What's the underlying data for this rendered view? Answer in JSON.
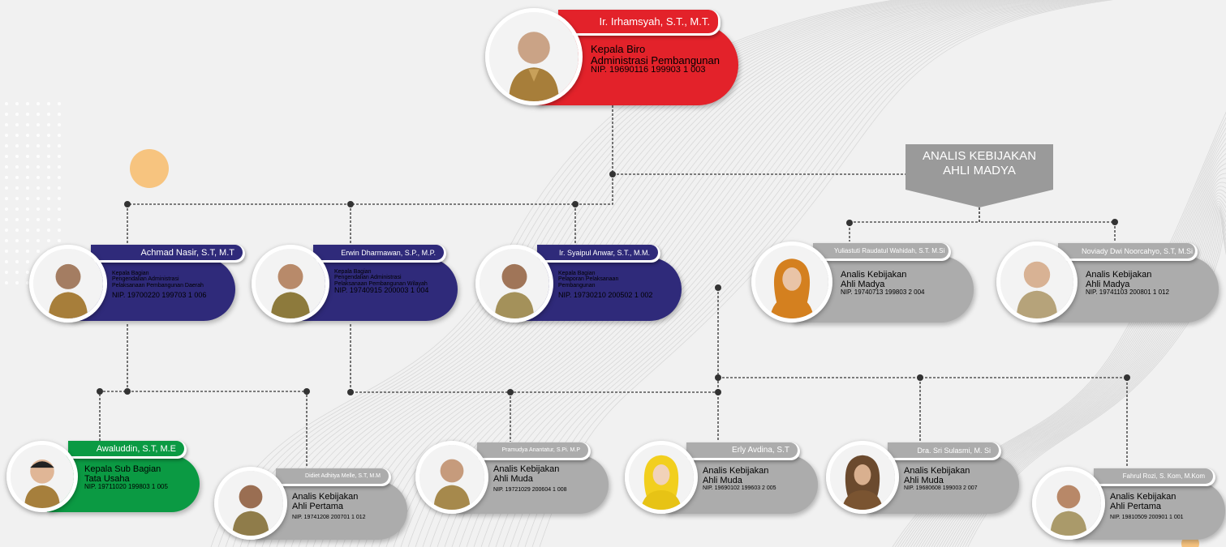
{
  "header_box": {
    "line1": "ANALIS KEBIJAKAN",
    "line2": "AHLI MADYA"
  },
  "colors": {
    "red": "#e3222a",
    "navy": "#2f2a7a",
    "green": "#0b9a43",
    "gray": "#acacac",
    "accent_orange": "#f7c47f"
  },
  "people": {
    "head": {
      "name": "Ir. Irhamsyah, S.T., M.T.",
      "title1": "Kepala Biro",
      "title2": "Administrasi Pembangunan",
      "nip": "NIP. 19690116 199903 1 003"
    },
    "kabag1": {
      "name": "Achmad Nasir, S.T, M.T",
      "title1": "Kepala Bagian",
      "title2": "Pengendalian Administrasi",
      "title3": "Pelaksanaan Pembangunan Daerah",
      "nip": "NIP. 19700220 199703 1 006"
    },
    "kabag2": {
      "name": "Erwin Dharmawan, S.P., M.P.",
      "title1": "Kepala Bagian",
      "title2": "Pengendalian Administrasi",
      "title3": "Pelaksanaan Pembangunan Wilayah",
      "nip": "NIP. 19740915 200003 1 004"
    },
    "kabag3": {
      "name": "Ir. Syaipul Anwar, S.T., M.M.",
      "title1": "Kepala Bagian",
      "title2": "Pelaporan Pelaksanaan",
      "title3": "Pembangunan",
      "nip": "NIP. 19730210 200502 1 002"
    },
    "madya1": {
      "name": "Yuliastuti Raudatul Wahidah, S.T. M.Si",
      "title1": "Analis Kebijakan",
      "title2": "Ahli Madya",
      "nip": "NIP. 19740713 199803 2 004"
    },
    "madya2": {
      "name": "Noviady Dwi Noorcahyo, S.T, M.Si",
      "title1": "Analis Kebijakan",
      "title2": "Ahli Madya",
      "nip": "NIP. 19741103 200801 1 012"
    },
    "kasubag": {
      "name": "Awaluddin, S.T, M.E",
      "title1": "Kepala Sub Bagian",
      "title2": "Tata Usaha",
      "nip": "NIP. 19711020 199803 1 005"
    },
    "staff1": {
      "name": "Didiet Adhitya Melle, S.T, M.M",
      "title1": "Analis Kebijakan",
      "title2": "Ahli Pertama",
      "nip": "NIP. 19741208 200701 1 012"
    },
    "staff2": {
      "name": "Pramudya Anantatur, S.Pi. M.P",
      "title1": "Analis Kebijakan",
      "title2": "Ahli Muda",
      "nip": "NIP. 19721029 200604 1 008"
    },
    "staff3": {
      "name": "Erly Avdina, S.T",
      "title1": "Analis Kebijakan",
      "title2": "Ahli Muda",
      "nip": "NIP. 19690102 199603 2 005"
    },
    "staff4": {
      "name": "Dra. Sri Sulasmi, M. Si",
      "title1": "Analis Kebijakan",
      "title2": "Ahli Muda",
      "nip": "NIP. 19680608 199003 2 007"
    },
    "staff5": {
      "name": "Fahrul Rozi, S. Kom, M.Kom",
      "title1": "Analis Kebijakan",
      "title2": "Ahli Pertama",
      "nip": "NIP. 19810509 200901 1 001"
    }
  }
}
